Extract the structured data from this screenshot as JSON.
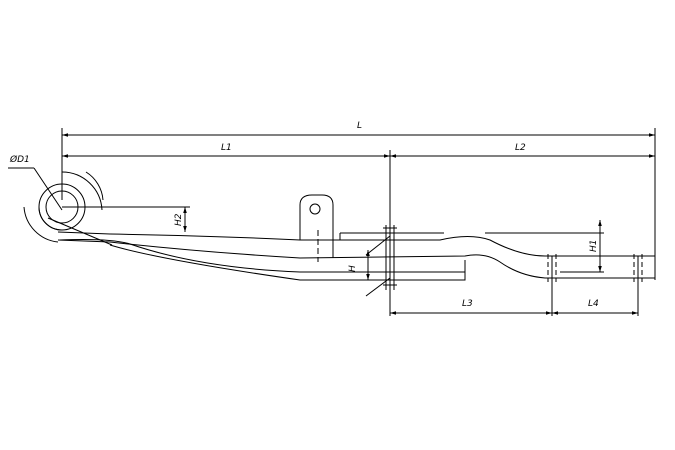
{
  "drawing": {
    "labels": {
      "overall_length": "L",
      "length_1": "L1",
      "length_2": "L2",
      "length_3": "L3",
      "length_4": "L4",
      "eye_diameter": "ØD1",
      "height_left": "H2",
      "height_right": "H1",
      "center_offset": "H"
    },
    "colors": {
      "line": "#000000",
      "background": "#ffffff"
    }
  }
}
